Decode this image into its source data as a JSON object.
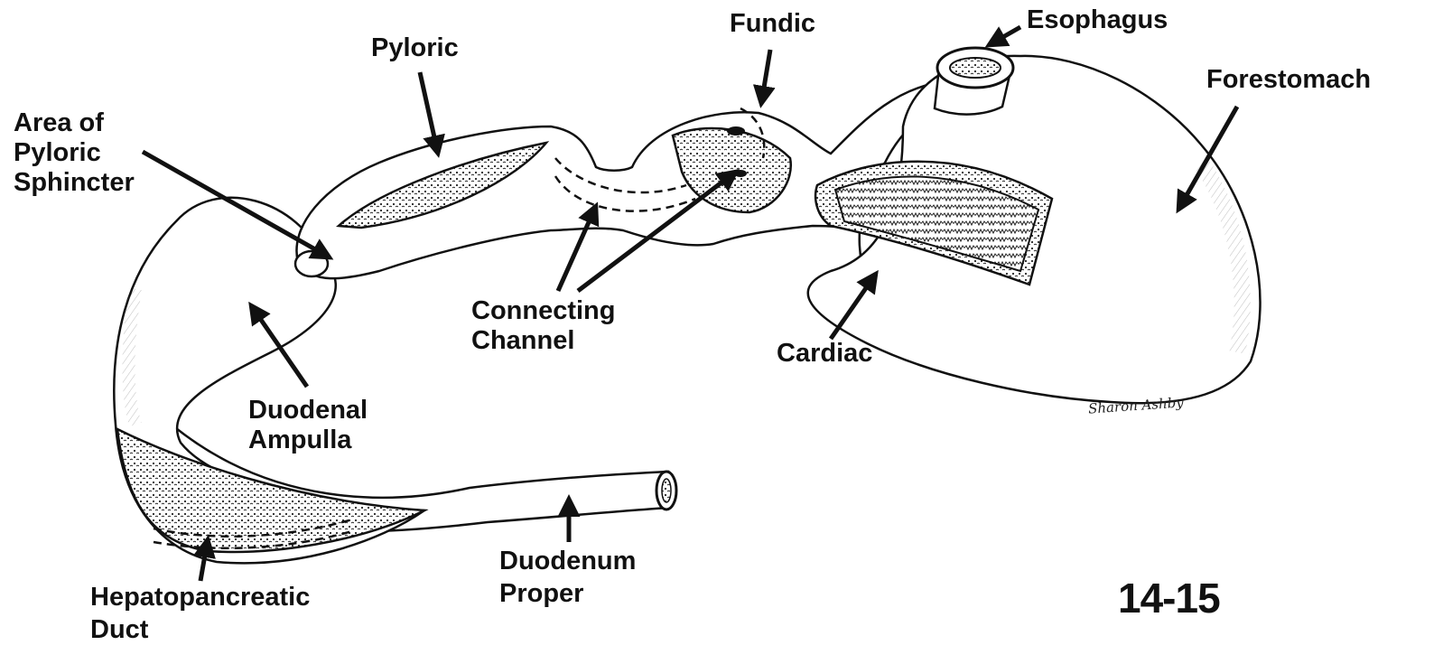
{
  "figure": {
    "number": "14-15",
    "signature": "Sharon Ashby",
    "labels": {
      "esophagus": "Esophagus",
      "fundic": "Fundic",
      "pyloric": "Pyloric",
      "area_of_pyloric_sphincter": [
        "Area of",
        "Pyloric",
        "Sphincter"
      ],
      "forestomach": "Forestomach",
      "connecting_channel": [
        "Connecting",
        "Channel"
      ],
      "cardiac": "Cardiac",
      "duodenal_ampulla": [
        "Duodenal",
        "Ampulla"
      ],
      "duodenum_proper": [
        "Duodenum",
        "Proper"
      ],
      "hepatopancreatic_duct": [
        "Hepatopancreatic",
        "Duct"
      ]
    }
  },
  "colors": {
    "ink": "#111111",
    "paper": "#ffffff",
    "hatch": "#555555"
  }
}
